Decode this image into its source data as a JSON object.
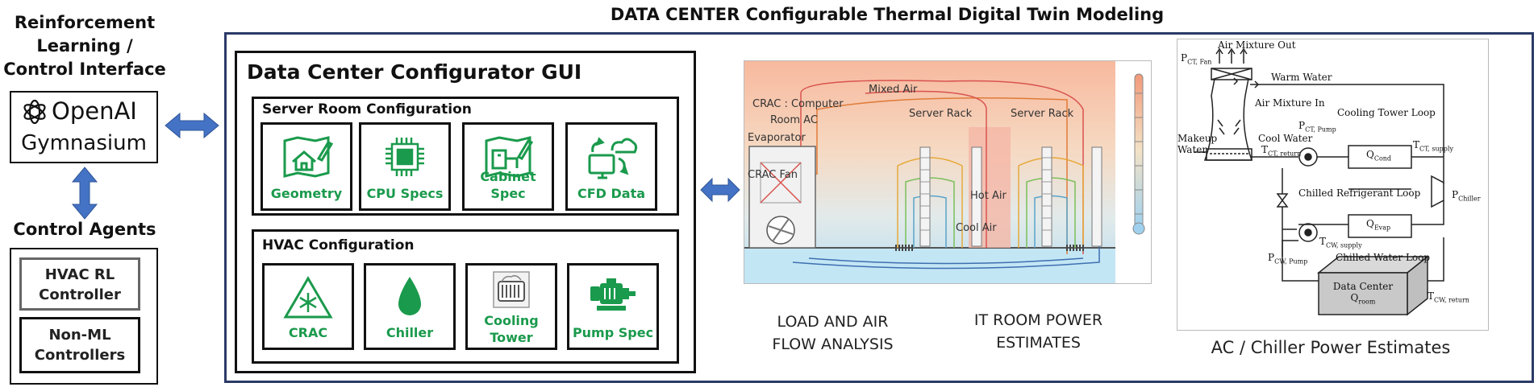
{
  "title": "DATA CENTER Configurable Thermal Digital Twin Modeling",
  "left": {
    "heading": [
      "Reinforcement",
      "Learning  /",
      "Control  Interface"
    ],
    "openai_label": "OpenAI",
    "gym_label": "Gymnasium",
    "agents_heading": "Control Agents",
    "agents": [
      {
        "lines": [
          "HVAC  RL",
          "Controller"
        ]
      },
      {
        "lines": [
          "Non-ML",
          "Controllers"
        ]
      }
    ]
  },
  "gui": {
    "title": "Data Center Configurator GUI",
    "server_room": {
      "heading": "Server Room Configuration",
      "items": [
        {
          "label": "Geometry",
          "icon": "house-blueprint-icon"
        },
        {
          "label": "CPU Specs",
          "icon": "cpu-chip-icon"
        },
        {
          "label": "Cabinet Spec",
          "icon": "cabinet-blueprint-icon"
        },
        {
          "label": "CFD Data",
          "icon": "cloud-computer-icon"
        }
      ]
    },
    "hvac": {
      "heading": "HVAC Configuration",
      "items": [
        {
          "label": "CRAC",
          "icon": "snowflake-warning-icon"
        },
        {
          "label": "Chiller",
          "icon": "water-drop-icon"
        },
        {
          "label_lines": [
            "Cooling",
            "Tower"
          ],
          "icon": "cooling-tower-icon"
        },
        {
          "label": "Pump Spec",
          "icon": "pump-motor-icon"
        }
      ]
    }
  },
  "cfd": {
    "crac_label": [
      "CRAC : Computer",
      "Room AC"
    ],
    "mixed_air": "Mixed Air",
    "evaporator": "Evaporator",
    "crac_fan": "CRAC Fan",
    "server_rack_1": "Server Rack",
    "server_rack_2": "Server Rack",
    "hot_air": "Hot Air",
    "cool_air": "Cool Air"
  },
  "captions": {
    "load": [
      "LOAD AND AIR",
      "FLOW ANALYSIS"
    ],
    "power": [
      "IT ROOM POWER",
      "ESTIMATES"
    ],
    "chiller": "AC / Chiller Power Estimates"
  },
  "chiller_diagram": {
    "air_mixture_out": "Air Mixture Out",
    "p_ct_fan": "P",
    "p_ct_fan_sub": "CT, Fan",
    "warm_water": "Warm Water",
    "air_mixture_in": "Air Mixture In",
    "cooling_tower_loop": "Cooling Tower Loop",
    "makeup_water": [
      "Makeup",
      "Water"
    ],
    "cool_water": "Cool Water",
    "p_ct_pump": "P",
    "p_ct_pump_sub": "CT, Pump",
    "t_ct_return": "T",
    "t_ct_return_sub": "CT, return",
    "q_cond": "Q",
    "q_cond_sub": "Cond",
    "t_ct_supply": "T",
    "t_ct_supply_sub": "CT, supply",
    "chilled_refrigerant_loop": "Chilled Refrigerant Loop",
    "p_chiller": "P",
    "p_chiller_sub": "Chiller",
    "q_evap": "Q",
    "q_evap_sub": "Evap",
    "t_cw_supply": "T",
    "t_cw_supply_sub": "CW, supply",
    "p_cw_pump": "P",
    "p_cw_pump_sub": "CW, Pump",
    "chilled_water_loop": "Chilled Water Loop",
    "data_center": "Data Center",
    "q_room": "Q",
    "q_room_sub": "room",
    "t_cw_return": "T",
    "t_cw_return_sub": "CW, return"
  },
  "colors": {
    "accent_green": "#1a9a4c",
    "arrow_blue": "#4472c4",
    "frame_navy": "#2b3a67"
  }
}
